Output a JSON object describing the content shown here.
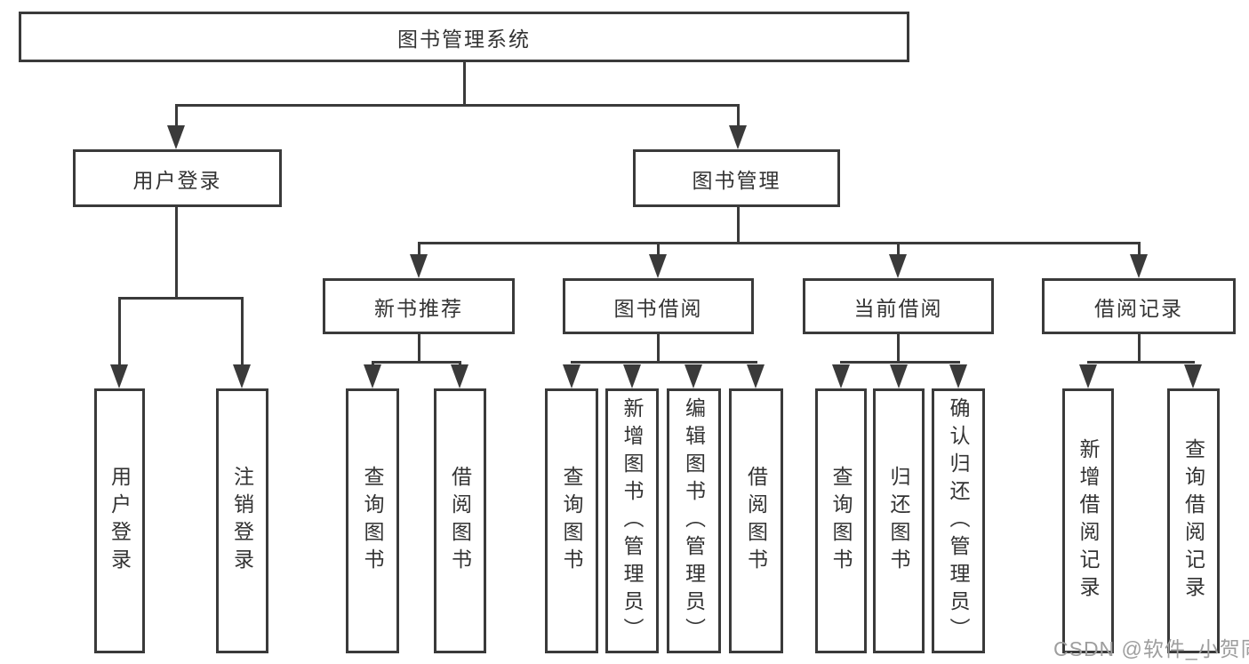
{
  "diagram_type": "tree-structure-chart",
  "colors": {
    "line": "#3a3a3a",
    "text": "#333333",
    "background": "#ffffff",
    "watermark": "#9e9e9e"
  },
  "tree": {
    "label": "图书管理系统",
    "children": [
      {
        "label": "用户登录",
        "children": [
          {
            "label": "用户登录"
          },
          {
            "label": "注销登录"
          }
        ]
      },
      {
        "label": "图书管理",
        "children": [
          {
            "label": "新书推荐",
            "children": [
              {
                "label": "查询图书"
              },
              {
                "label": "借阅图书"
              }
            ]
          },
          {
            "label": "图书借阅",
            "children": [
              {
                "label": "查询图书"
              },
              {
                "label": "新增图书（管理员）"
              },
              {
                "label": "编辑图书（管理员）"
              },
              {
                "label": "借阅图书"
              }
            ]
          },
          {
            "label": "当前借阅",
            "children": [
              {
                "label": "查询图书"
              },
              {
                "label": "归还图书"
              },
              {
                "label": "确认归还（管理员）"
              }
            ]
          },
          {
            "label": "借阅记录",
            "children": [
              {
                "label": "新增借阅记录"
              },
              {
                "label": "查询借阅记录"
              }
            ]
          }
        ]
      }
    ]
  },
  "watermark": {
    "text": "CSDN @软件_小贺同学"
  }
}
